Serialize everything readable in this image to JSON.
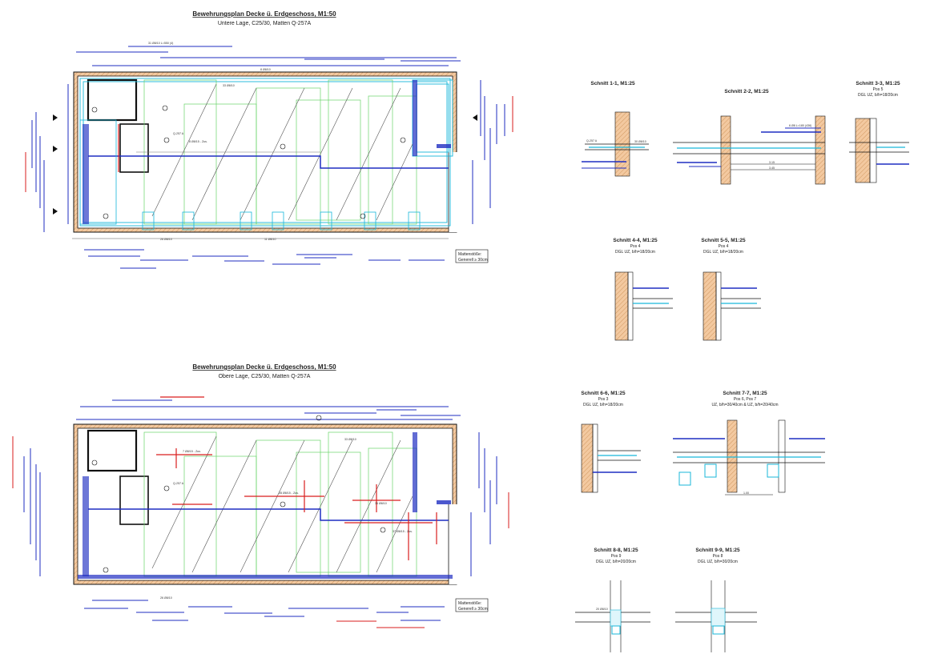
{
  "colors": {
    "blue": "#1f2ec2",
    "cyan": "#18b7d9",
    "green": "#3bcf3b",
    "red": "#d91e1e",
    "wall_fill": "#f3c9a0",
    "mesh": "#6ad46a",
    "black": "#111111"
  },
  "plans": [
    {
      "id": "untere",
      "title": "Bewehrungsplan Decke ü. Erdgeschoss, M1:50",
      "subtitle": "Untere Lage, C25/30, Matten Q-257A",
      "note_line1": "Mattenstöße:",
      "note_line2": "Generell ≥ 30cm",
      "labels": [
        "Q-257 A",
        "33 Ø8/10",
        "8 Ø8/10",
        "11 Ø8/10",
        "31 Ø8/10 L=550 (4)",
        "26 Ø8/10",
        "8 Ø8/15 - Zus."
      ]
    },
    {
      "id": "obere",
      "title": "Bewehrungsplan Decke ü. Erdgeschoss, M1:50",
      "subtitle": "Obere Lage, C25/30, Matten Q-257A",
      "note_line1": "Mattenstöße:",
      "note_line2": "Generell ≥ 30cm",
      "labels": [
        "Q-257 A",
        "33 Ø8/10",
        "7 Ø8/15 - Zus.",
        "36 Ø8/10",
        "28 Ø8/15 - Zus.",
        "37 Ø8/15 - Zus.",
        "26 Ø8/10"
      ]
    }
  ],
  "sections": [
    {
      "id": "s1",
      "title": "Schnitt 1-1, M1:25",
      "sub1": "",
      "sub2": ""
    },
    {
      "id": "s2",
      "title": "Schnitt 2-2, M1:25",
      "sub1": "",
      "sub2": ""
    },
    {
      "id": "s3",
      "title": "Schnitt 3-3, M1:25",
      "sub1": "Pos 5",
      "sub2": "DGL UZ, b/h=18/20cm"
    },
    {
      "id": "s4",
      "title": "Schnitt 4-4, M1:25",
      "sub1": "Pos 4",
      "sub2": "DGL UZ, b/h=18/20cm"
    },
    {
      "id": "s5",
      "title": "Schnitt 5-5, M1:25",
      "sub1": "Pos 4",
      "sub2": "DGL UZ, b/h=18/20cm"
    },
    {
      "id": "s6",
      "title": "Schnitt 6-6, M1:25",
      "sub1": "Pos 3",
      "sub2": "DGL UZ, b/h=18/20cm"
    },
    {
      "id": "s7",
      "title": "Schnitt 7-7, M1:25",
      "sub1": "Pos 6, Pos 7",
      "sub2": "UZ, b/h=30/40cm & UZ, b/h=20/40cm"
    },
    {
      "id": "s8",
      "title": "Schnitt 8-8, M1:25",
      "sub1": "Pos 9",
      "sub2": "DGL UZ, b/h=20/20cm"
    },
    {
      "id": "s9",
      "title": "Schnitt 9-9, M1:25",
      "sub1": "Pos 8",
      "sub2": "DGL UZ, b/h=30/20cm"
    }
  ],
  "section_labels": [
    "Q-257 A",
    "30 Ø8/10",
    "6 Ø8 L=180 (436)",
    "20 Ø8/10",
    "1.00",
    "3.15",
    "3.45"
  ]
}
